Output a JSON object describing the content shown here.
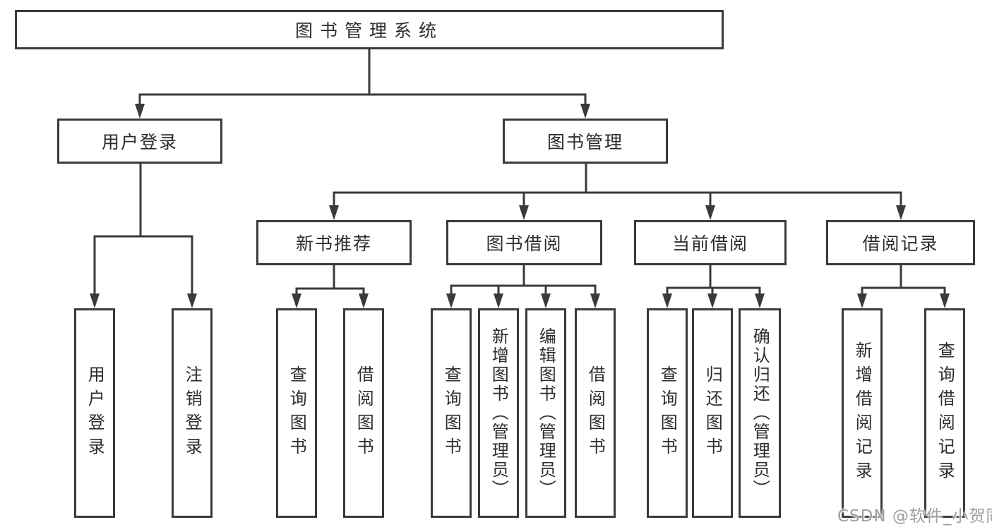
{
  "diagram": {
    "root": {
      "label": "图书管理系统"
    },
    "level2": {
      "user_login": {
        "label": "用户登录"
      },
      "book_management": {
        "label": "图书管理"
      }
    },
    "level3": {
      "new_book_recommend": {
        "label": "新书推荐"
      },
      "book_borrow": {
        "label": "图书借阅"
      },
      "current_borrow": {
        "label": "当前借阅"
      },
      "borrow_record": {
        "label": "借阅记录"
      }
    },
    "leaves": {
      "user_login_action": {
        "label": "用户登录"
      },
      "logout_action": {
        "label": "注销登录"
      },
      "nbr_query_book": {
        "label": "查询图书"
      },
      "nbr_borrow_book": {
        "label": "借阅图书"
      },
      "bb_query_book": {
        "label": "查询图书"
      },
      "bb_add_book": {
        "label": "新增图书（管理员）"
      },
      "bb_edit_book": {
        "label": "编辑图书（管理员）"
      },
      "bb_borrow_book": {
        "label": "借阅图书"
      },
      "cb_query_book": {
        "label": "查询图书"
      },
      "cb_return_book": {
        "label": "归还图书"
      },
      "cb_confirm_return": {
        "label": "确认归还（管理员）"
      },
      "br_add_record": {
        "label": "新增借阅记录"
      },
      "br_query_record": {
        "label": "查询借阅记录"
      }
    }
  },
  "watermark": {
    "text": "CSDN @软件_小贺同学"
  },
  "colors": {
    "line": "#3a3a3a",
    "text": "#2d2d2d",
    "watermark": "#9e9e9e",
    "background": "#ffffff"
  }
}
